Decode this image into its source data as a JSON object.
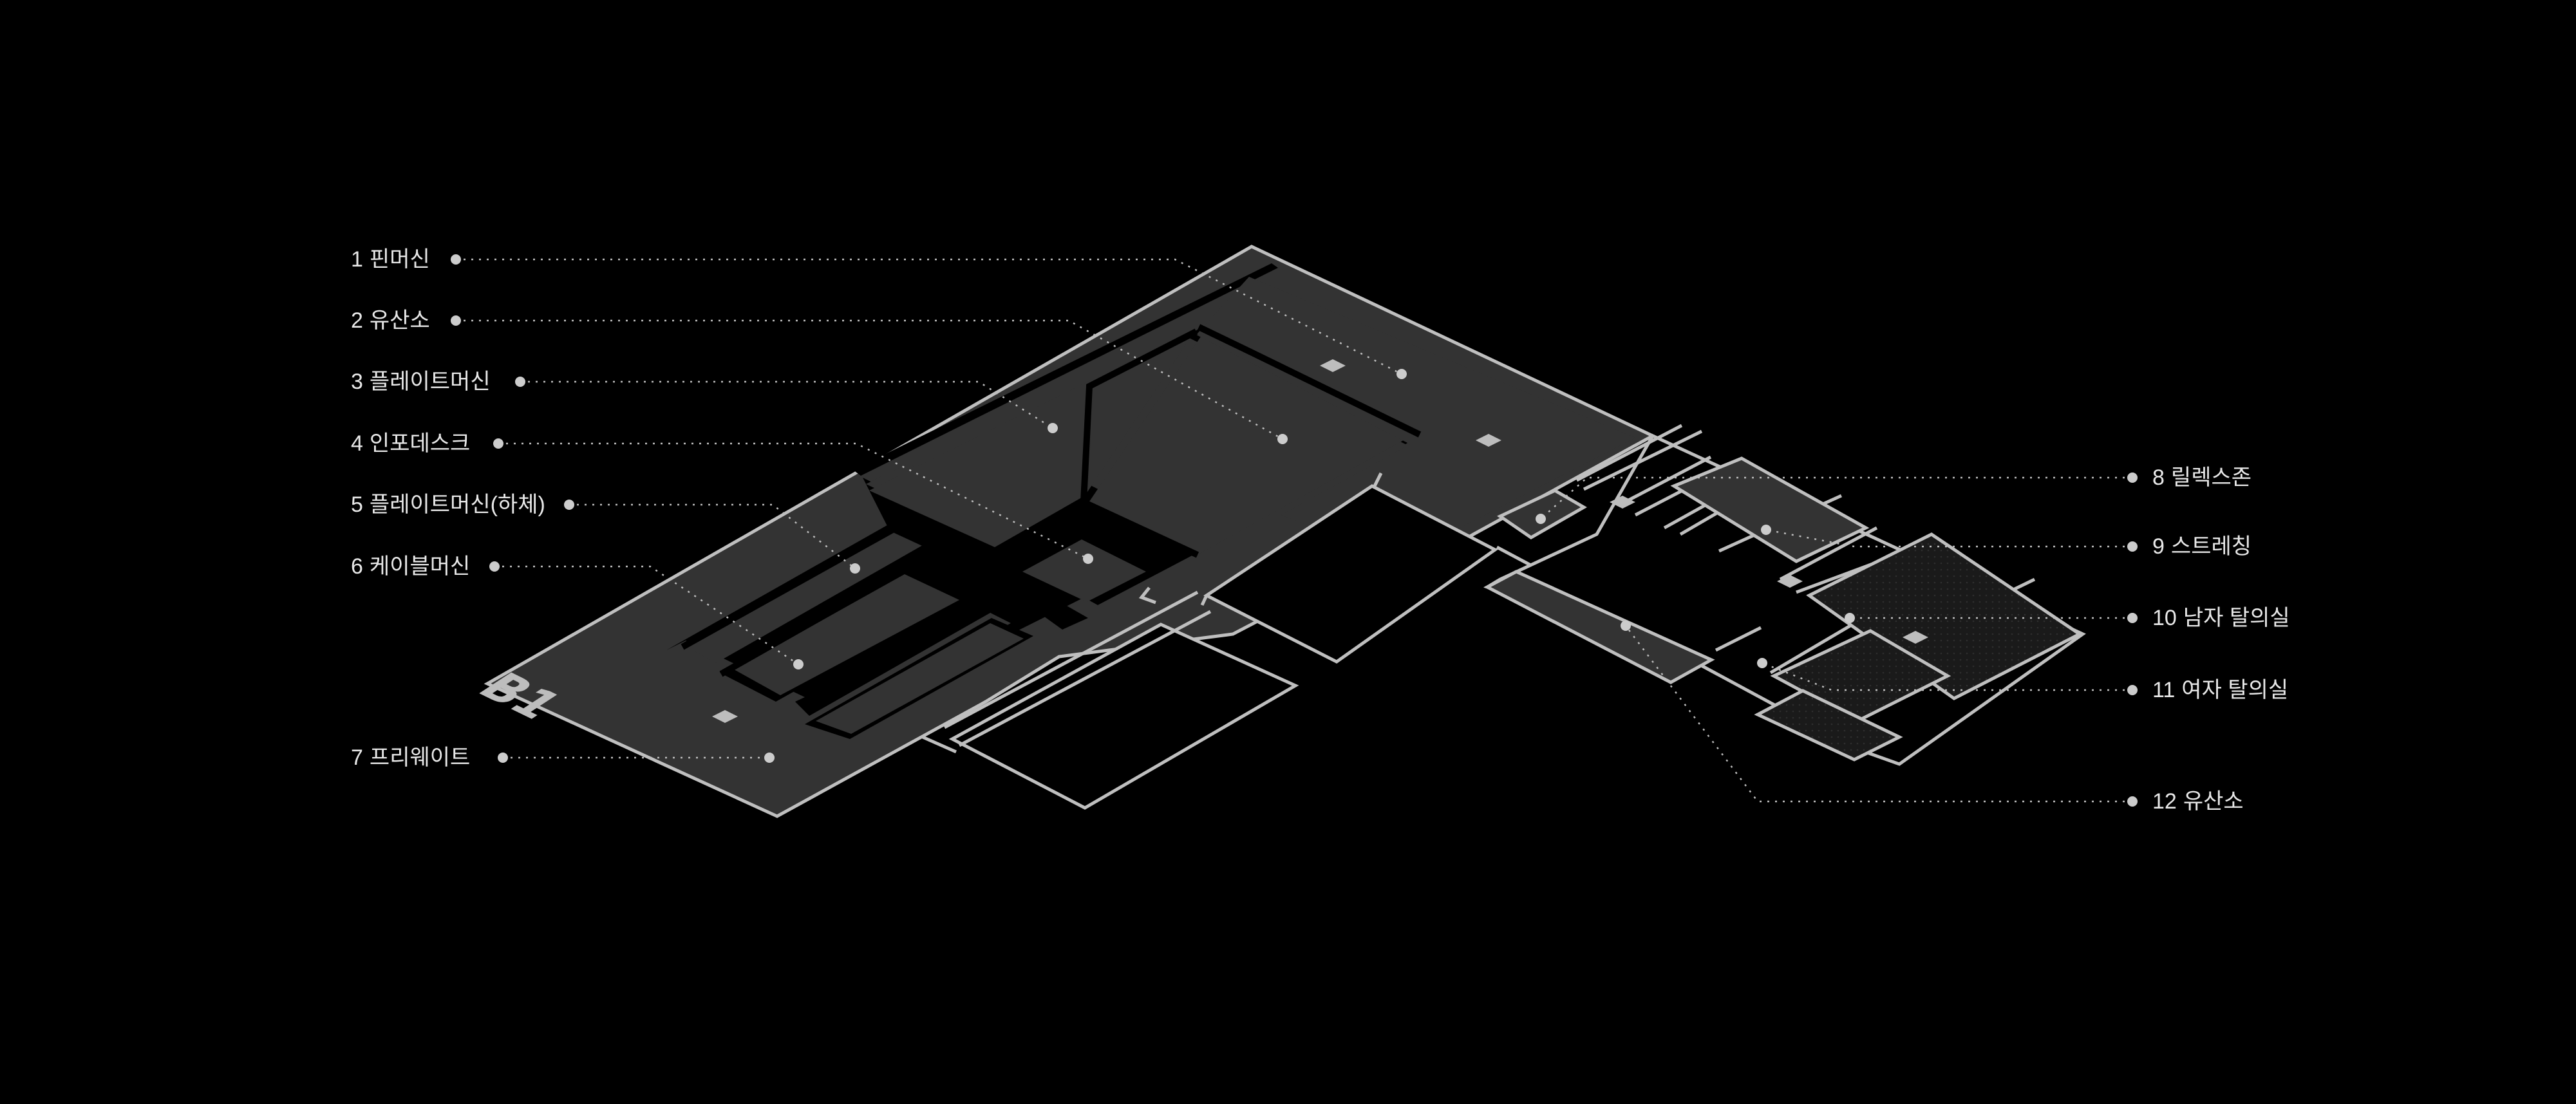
{
  "floor": {
    "name": "B1",
    "background": "#000000",
    "room_fill": "#333333",
    "outline_color": "#bfbfbf",
    "leader_color": "#bdbdbd",
    "marker_color": "#cccccc"
  },
  "zones": [
    {
      "num": "1",
      "name": "핀머신",
      "icon": "dot-marker-icon"
    },
    {
      "num": "2",
      "name": "유산소",
      "icon": "dot-marker-icon"
    },
    {
      "num": "3",
      "name": "플레이트머신",
      "icon": "dot-marker-icon"
    },
    {
      "num": "4",
      "name": "인포데스크",
      "icon": "dot-marker-icon"
    },
    {
      "num": "5",
      "name": "플레이트머신(하체)",
      "icon": "dot-marker-icon"
    },
    {
      "num": "6",
      "name": "케이블머신",
      "icon": "dot-marker-icon"
    },
    {
      "num": "7",
      "name": "프리웨이트",
      "icon": "dot-marker-icon"
    },
    {
      "num": "8",
      "name": "릴렉스존",
      "icon": "dot-marker-icon"
    },
    {
      "num": "9",
      "name": "스트레칭",
      "icon": "dot-marker-icon"
    },
    {
      "num": "10",
      "name": "남자 탈의실",
      "icon": "dot-marker-icon"
    },
    {
      "num": "11",
      "name": "여자 탈의실",
      "icon": "dot-marker-icon"
    },
    {
      "num": "12",
      "name": "유산소",
      "icon": "dot-marker-icon"
    }
  ]
}
